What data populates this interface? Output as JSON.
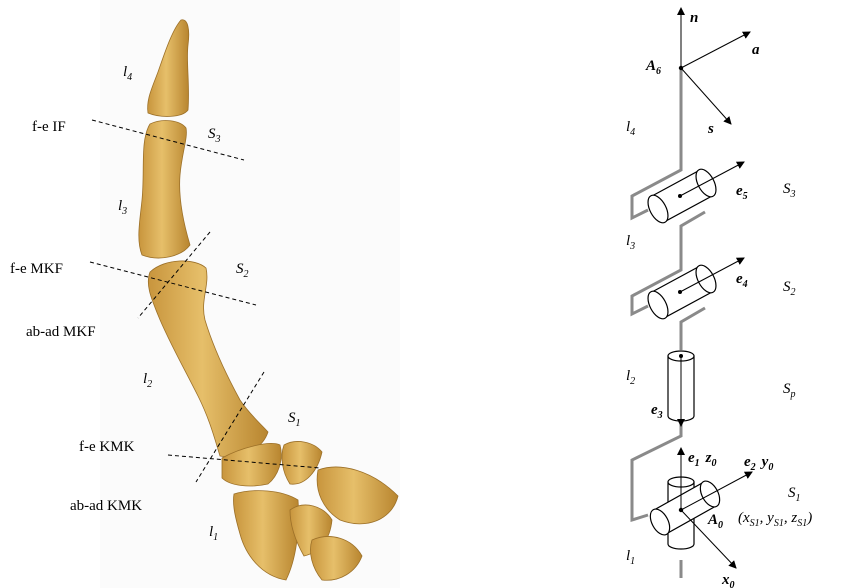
{
  "left_panel": {
    "labels": {
      "l4": {
        "main": "l",
        "sub": "4"
      },
      "s3": {
        "main": "S",
        "sub": "3"
      },
      "fe_if": "f-e IF",
      "l3": {
        "main": "l",
        "sub": "3"
      },
      "fe_mkf": "f-e MKF",
      "s2": {
        "main": "S",
        "sub": "2"
      },
      "abad_mkf": "ab-ad MKF",
      "l2": {
        "main": "l",
        "sub": "2"
      },
      "s1": {
        "main": "S",
        "sub": "1"
      },
      "fe_kmk": "f-e KMK",
      "abad_kmk": "ab-ad KMK",
      "l1": {
        "main": "l",
        "sub": "1"
      }
    },
    "bone_color": "#d9ad55",
    "bone_dark": "#a67a2c"
  },
  "right_panel": {
    "labels": {
      "n": "n",
      "a": "a",
      "a6": {
        "main": "A",
        "sub": "6"
      },
      "s": "s",
      "l4": {
        "main": "l",
        "sub": "4"
      },
      "e5": {
        "main": "e",
        "sub": "5"
      },
      "s3": {
        "main": "S",
        "sub": "3"
      },
      "l3": {
        "main": "l",
        "sub": "3"
      },
      "e4": {
        "main": "e",
        "sub": "4"
      },
      "s2": {
        "main": "S",
        "sub": "2"
      },
      "l2": {
        "main": "l",
        "sub": "2"
      },
      "e3": {
        "main": "e",
        "sub": "3"
      },
      "sp": {
        "main": "S",
        "sub": "p"
      },
      "e1": {
        "main": "e",
        "sub": "1"
      },
      "z0": {
        "main": "z",
        "sub": "0"
      },
      "e2": {
        "main": "e",
        "sub": "2"
      },
      "y0": {
        "main": "y",
        "sub": "0"
      },
      "s1": {
        "main": "S",
        "sub": "1"
      },
      "a0": {
        "main": "A",
        "sub": "0"
      },
      "coords": {
        "open": "(",
        "x": "x",
        "xs": "S1",
        "c1": ", ",
        "y": "y",
        "ys": "S1",
        "c2": ", ",
        "z": "z",
        "zs": "S1",
        "close": ")"
      },
      "l1": {
        "main": "l",
        "sub": "1"
      },
      "x0": {
        "main": "x",
        "sub": "0"
      }
    },
    "link_color": "#8a8a8a"
  }
}
